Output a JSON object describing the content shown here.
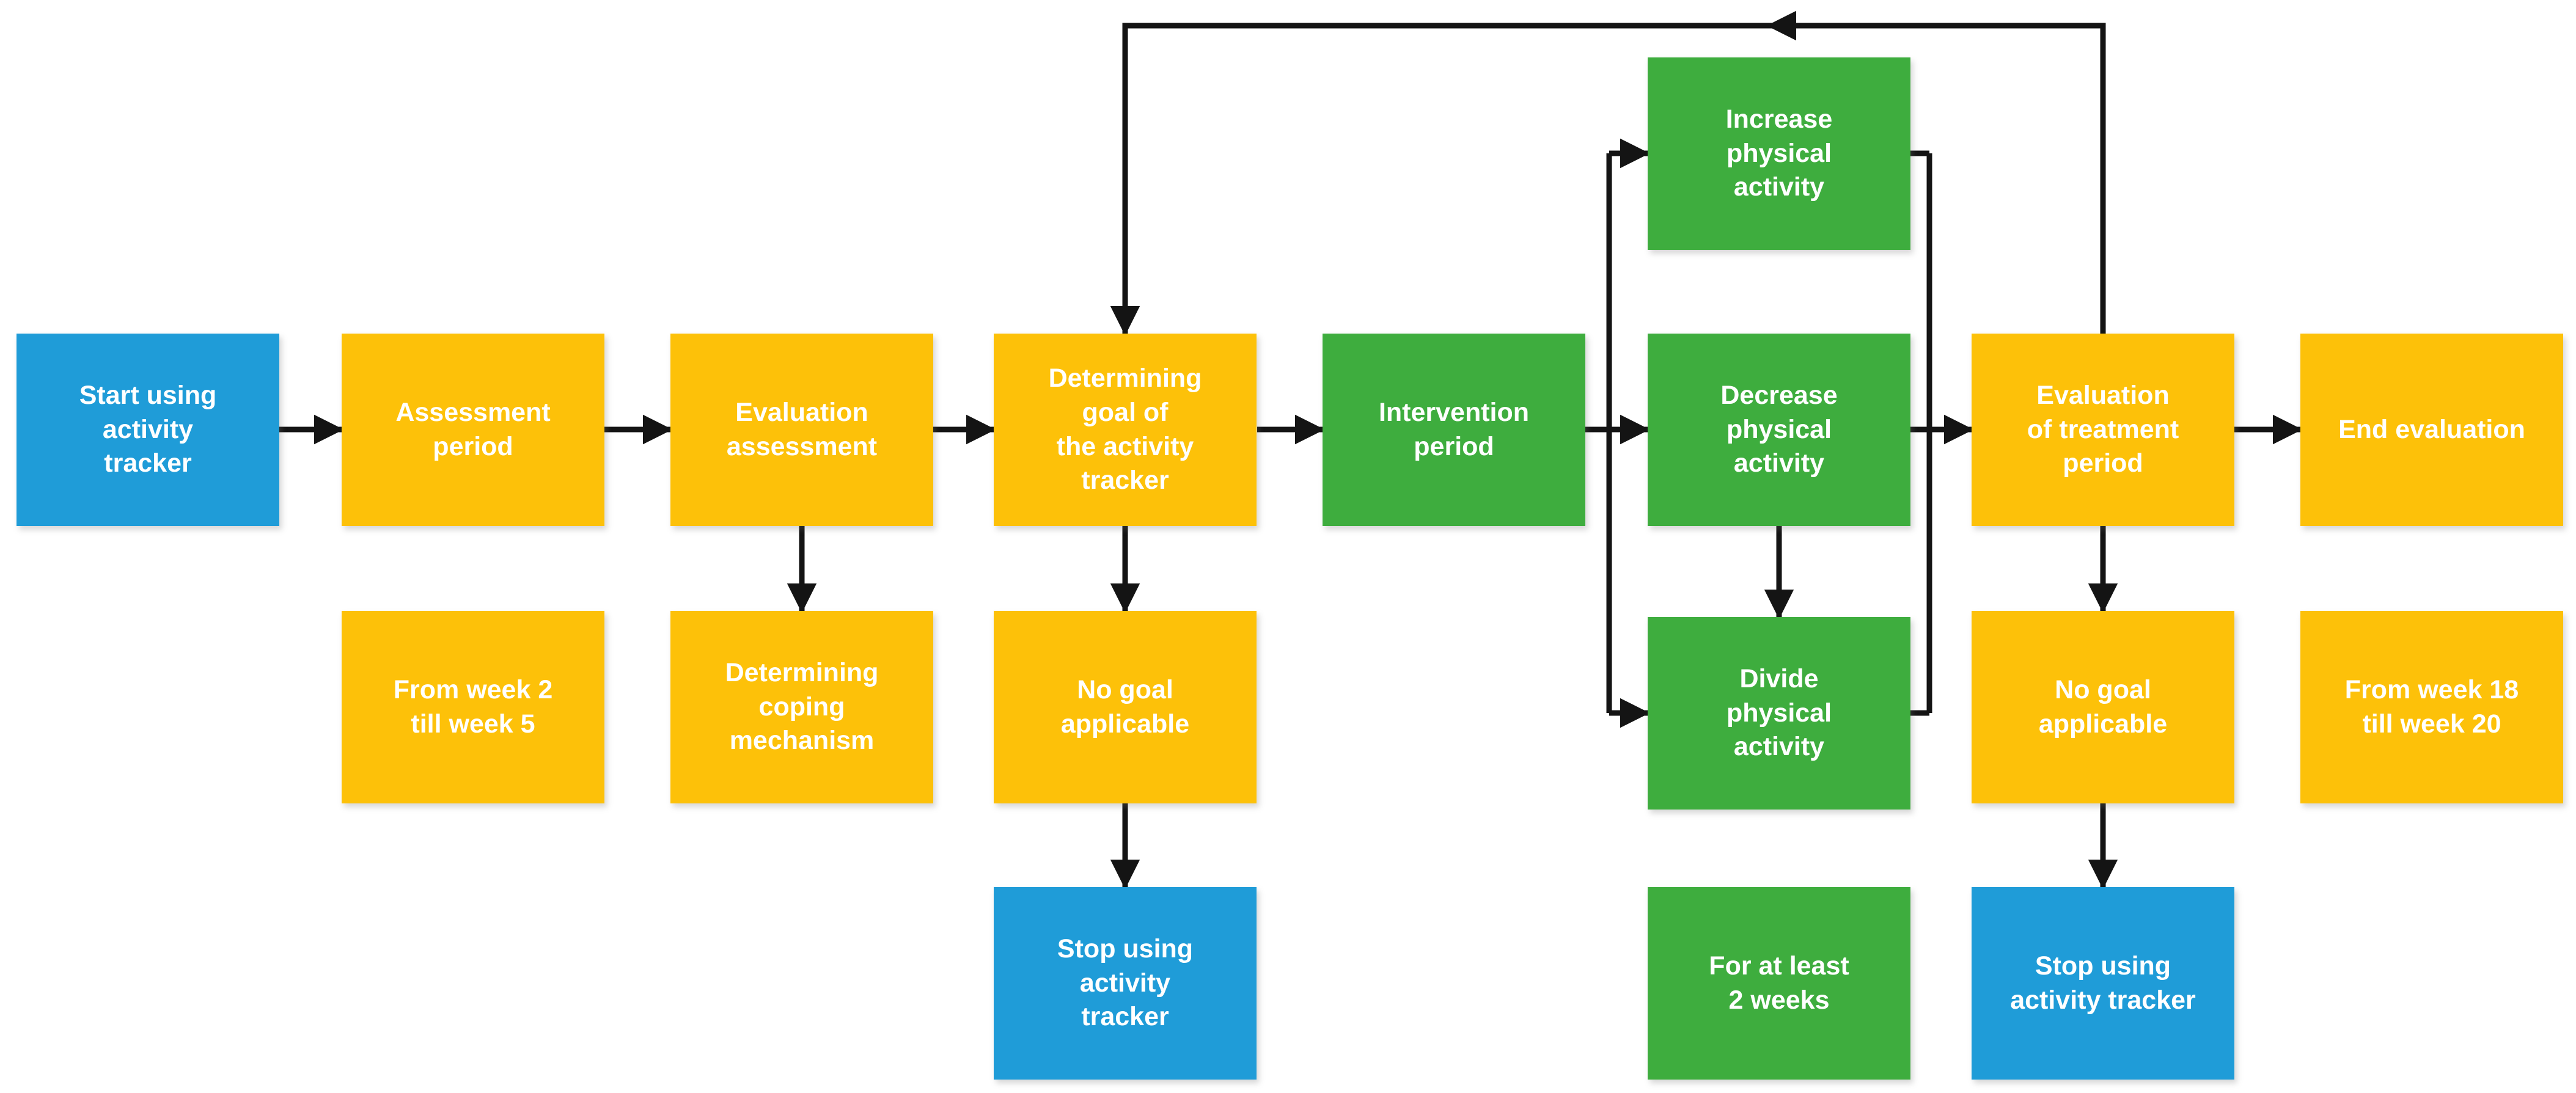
{
  "colors": {
    "blue": "#1F9CD8",
    "orange": "#FDC109",
    "green": "#3EAD3E",
    "line": "#141414",
    "background": "#FFFFFF"
  },
  "nodes": {
    "start": {
      "label": "Start using\nactivity\ntracker",
      "color": "blue"
    },
    "assessment_period": {
      "label": "Assessment\nperiod",
      "color": "orange"
    },
    "evaluation_assessment": {
      "label": "Evaluation\nassessment",
      "color": "orange"
    },
    "determining_goal": {
      "label": "Determining\ngoal of\nthe activity\ntracker",
      "color": "orange"
    },
    "intervention_period": {
      "label": "Intervention\nperiod",
      "color": "green"
    },
    "increase_pa": {
      "label": "Increase\nphysical\nactivity",
      "color": "green"
    },
    "decrease_pa": {
      "label": "Decrease\nphysical\nactivity",
      "color": "green"
    },
    "divide_pa": {
      "label": "Divide\nphysical\nactivity",
      "color": "green"
    },
    "evaluation_treatment": {
      "label": "Evaluation\nof treatment\nperiod",
      "color": "orange"
    },
    "end_evaluation": {
      "label": "End evaluation",
      "color": "orange"
    },
    "week2_5": {
      "label": "From week 2\ntill week 5",
      "color": "orange"
    },
    "coping": {
      "label": "Determining\ncoping\nmechanism",
      "color": "orange"
    },
    "no_goal_left": {
      "label": "No goal\napplicable",
      "color": "orange"
    },
    "stop_left": {
      "label": "Stop using\nactivity\ntracker",
      "color": "blue"
    },
    "for_2_weeks": {
      "label": "For at least\n2 weeks",
      "color": "green"
    },
    "no_goal_right": {
      "label": "No goal\napplicable",
      "color": "orange"
    },
    "stop_right": {
      "label": "Stop using\nactivity tracker",
      "color": "blue"
    },
    "week18_20": {
      "label": "From week 18\ntill week 20",
      "color": "orange"
    }
  },
  "edges": [
    {
      "from": "start",
      "to": "assessment_period",
      "type": "arrow"
    },
    {
      "from": "assessment_period",
      "to": "evaluation_assessment",
      "type": "arrow"
    },
    {
      "from": "evaluation_assessment",
      "to": "determining_goal",
      "type": "arrow"
    },
    {
      "from": "determining_goal",
      "to": "intervention_period",
      "type": "arrow"
    },
    {
      "from": "intervention_period",
      "to": "increase_pa",
      "type": "arrow"
    },
    {
      "from": "intervention_period",
      "to": "decrease_pa",
      "type": "arrow"
    },
    {
      "from": "intervention_period",
      "to": "divide_pa",
      "type": "arrow"
    },
    {
      "from": "decrease_pa",
      "to": "divide_pa",
      "type": "arrow"
    },
    {
      "from": "increase_pa",
      "to": "evaluation_treatment",
      "type": "merge-line"
    },
    {
      "from": "decrease_pa",
      "to": "evaluation_treatment",
      "type": "arrow"
    },
    {
      "from": "divide_pa",
      "to": "evaluation_treatment",
      "type": "merge-line"
    },
    {
      "from": "evaluation_treatment",
      "to": "end_evaluation",
      "type": "arrow"
    },
    {
      "from": "evaluation_treatment",
      "to": "determining_goal",
      "type": "feedback-arrow"
    },
    {
      "from": "evaluation_assessment",
      "to": "coping",
      "type": "arrow"
    },
    {
      "from": "determining_goal",
      "to": "no_goal_left",
      "type": "arrow"
    },
    {
      "from": "no_goal_left",
      "to": "stop_left",
      "type": "arrow"
    },
    {
      "from": "evaluation_treatment",
      "to": "no_goal_right",
      "type": "arrow"
    },
    {
      "from": "no_goal_right",
      "to": "stop_right",
      "type": "arrow"
    }
  ]
}
